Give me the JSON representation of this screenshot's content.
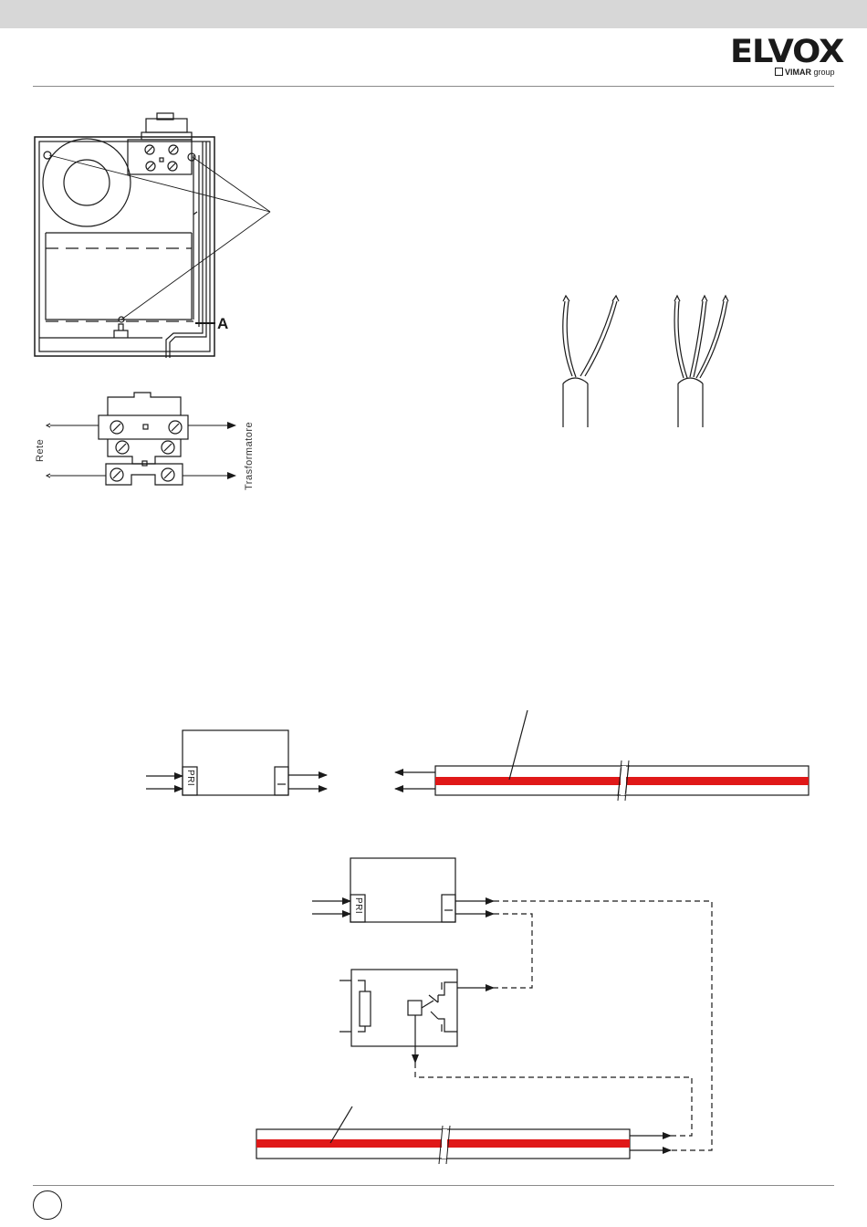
{
  "brand": {
    "name": "ELVOX",
    "group_brand": "VIMAR",
    "group_word": "group"
  },
  "labels": {
    "a_marker": "A",
    "rete": "Rete",
    "trasformatore": "Trasformatore",
    "pri_top": "PRI",
    "pri_bottom": "PRI"
  },
  "colors": {
    "cable_stripe": "#e01818",
    "header_bar": "#d7d7d7",
    "ink": "#1a1a1a"
  }
}
